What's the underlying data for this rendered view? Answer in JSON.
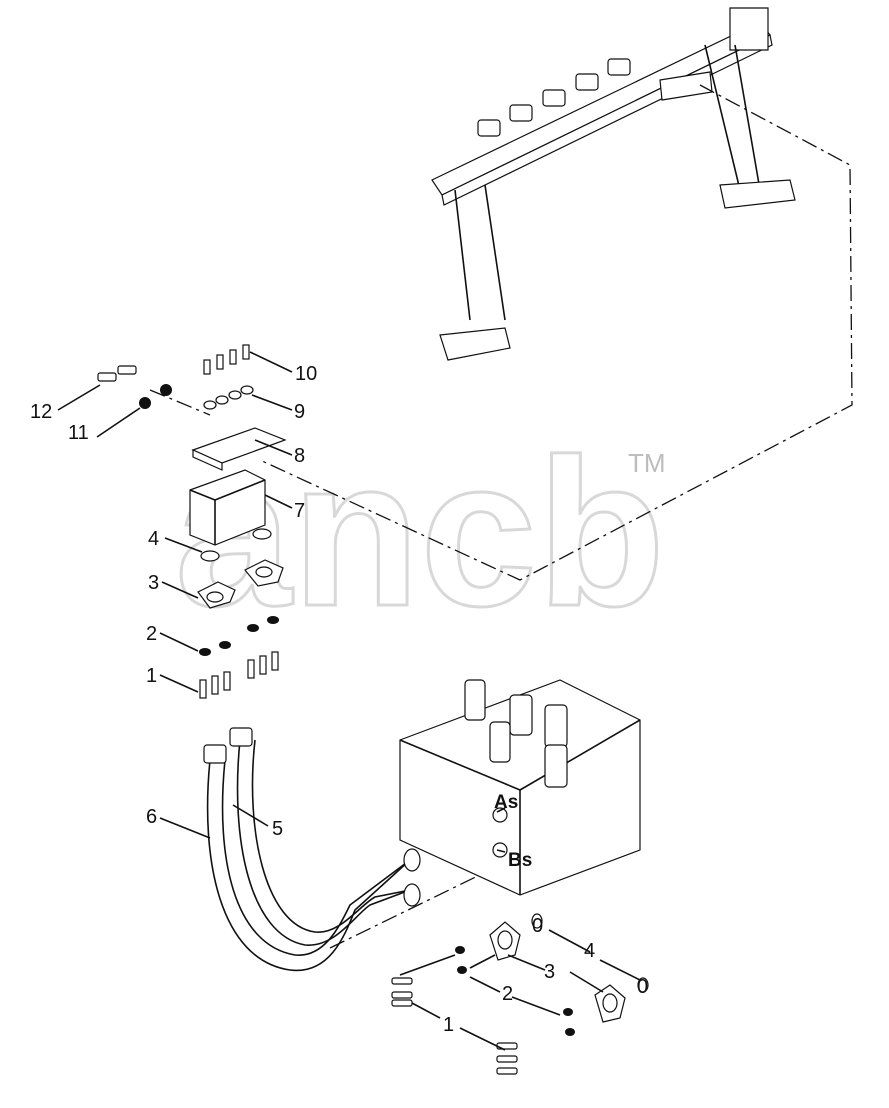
{
  "watermark": {
    "text": "ancb",
    "trademark": "TM"
  },
  "callouts": {
    "c12": "12",
    "c11": "11",
    "c10": "10",
    "c9": "9",
    "c8": "8",
    "c7": "7",
    "c4a": "4",
    "c3a": "3",
    "c2a": "2",
    "c1a": "1",
    "c6": "6",
    "c5": "5",
    "c0a": "0",
    "c4b": "4",
    "c0b": "0",
    "c3b": "3",
    "c2b": "2",
    "c1b": "1"
  },
  "ports": {
    "as": "As",
    "bs": "Bs"
  },
  "colors": {
    "line": "#111111",
    "watermark": "#d8d8d8",
    "background": "#ffffff"
  }
}
